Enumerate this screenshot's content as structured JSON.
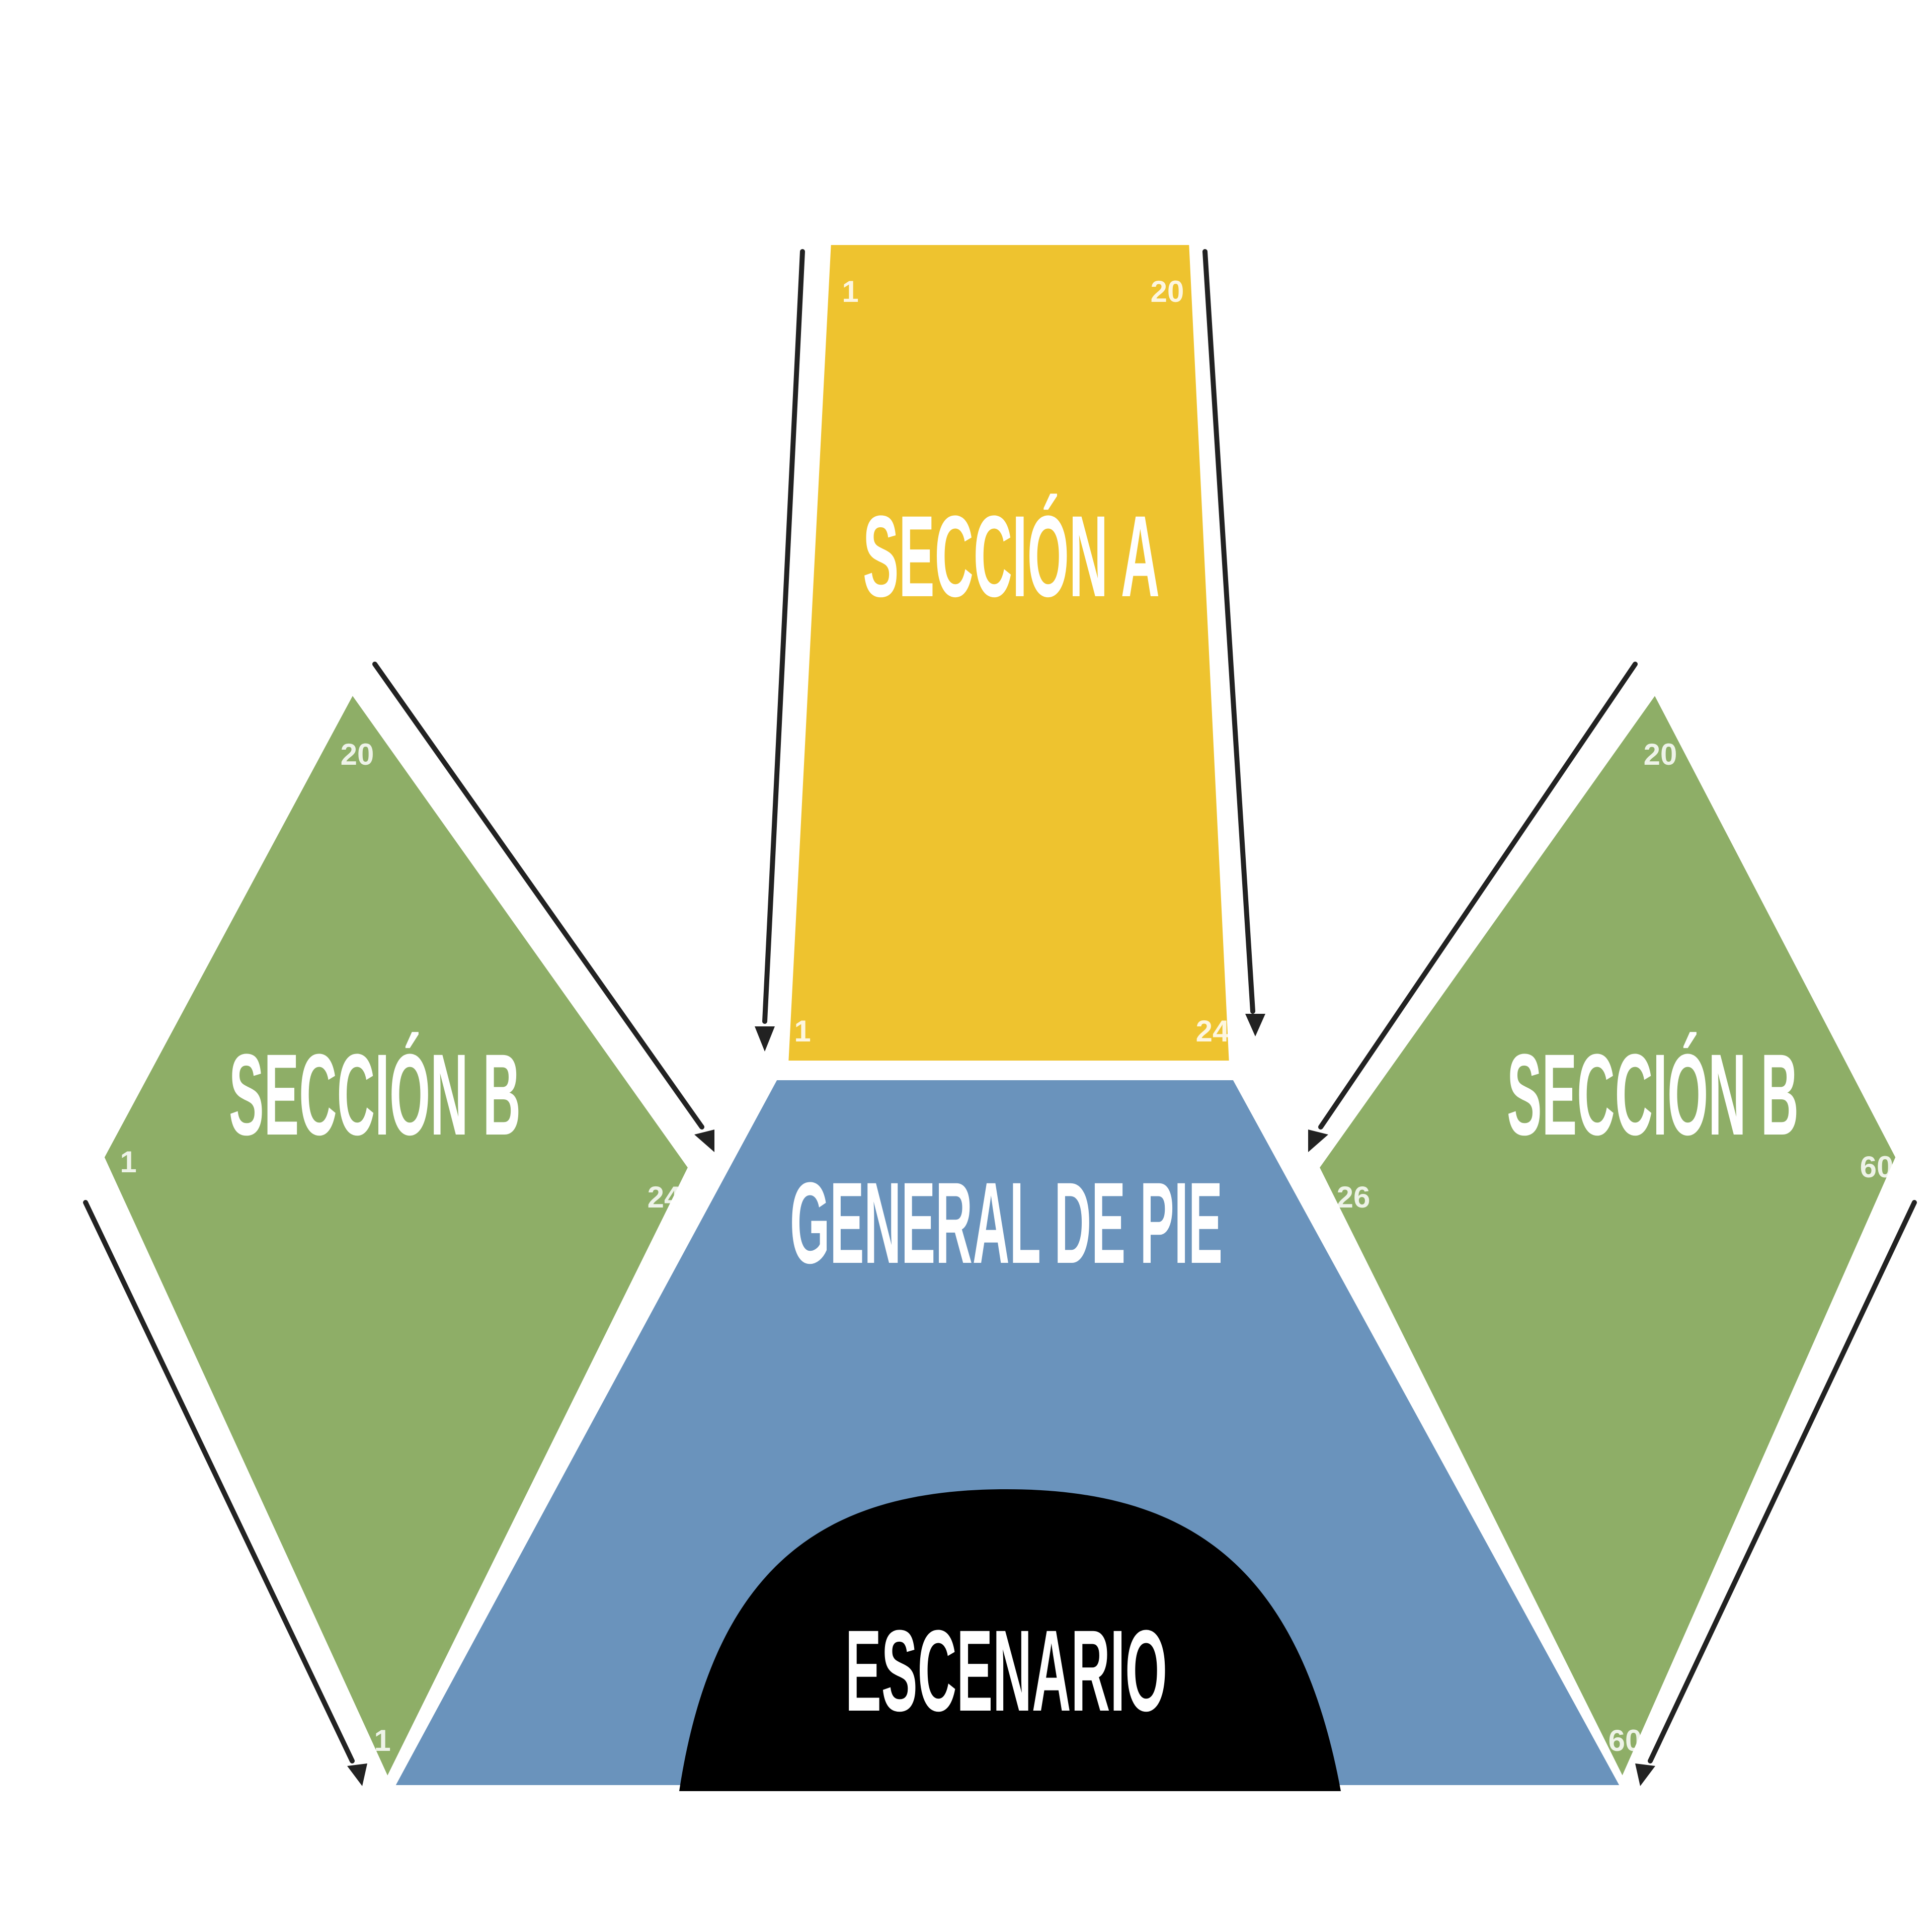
{
  "sections": {
    "seccion_a": {
      "label": "SECCIÓN A",
      "color": "#EEC32F",
      "seat_first_top": "1",
      "seat_last_top": "20",
      "seat_first_bottom": "1",
      "seat_last_bottom": "24"
    },
    "seccion_b_left": {
      "label": "SECCIÓN B",
      "color": "#8EAE67",
      "seat_top": "20",
      "seat_left": "1",
      "seat_right": "24",
      "seat_bottom": "1"
    },
    "seccion_b_right": {
      "label": "SECCIÓN B",
      "color": "#8EAE67",
      "seat_top": "20",
      "seat_left": "26",
      "seat_right": "60",
      "seat_bottom": "60"
    },
    "general": {
      "label": "GENERAL DE PIE",
      "color": "#6A93BC"
    },
    "escenario": {
      "label": "ESCENARIO",
      "color": "#000000"
    }
  }
}
